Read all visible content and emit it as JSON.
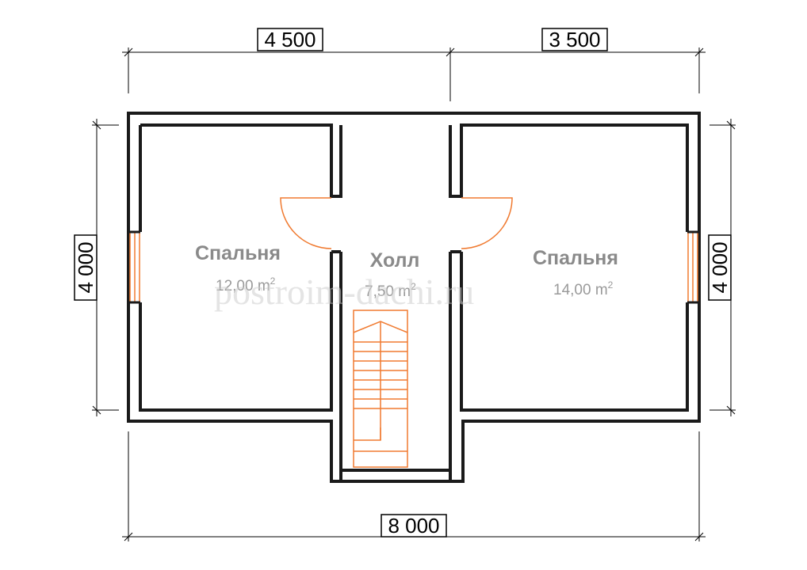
{
  "dimensions": {
    "top_left": "4 500",
    "top_right": "3 500",
    "bottom": "8 000",
    "left": "4 000",
    "right": "4 000"
  },
  "rooms": {
    "bedroom_left": {
      "name": "Спальня",
      "area": "12,00 m",
      "sup": "2"
    },
    "hall": {
      "name": "Холл",
      "area": "7,50 m",
      "sup": "2"
    },
    "bedroom_right": {
      "name": "Спальня",
      "area": "14,00 m",
      "sup": "2"
    }
  },
  "watermark": "postroim-dachi.ru",
  "colors": {
    "wall": "#1a1a1a",
    "door": "#f07a30",
    "stairs": "#f07a30",
    "dimension_line": "#000000"
  }
}
